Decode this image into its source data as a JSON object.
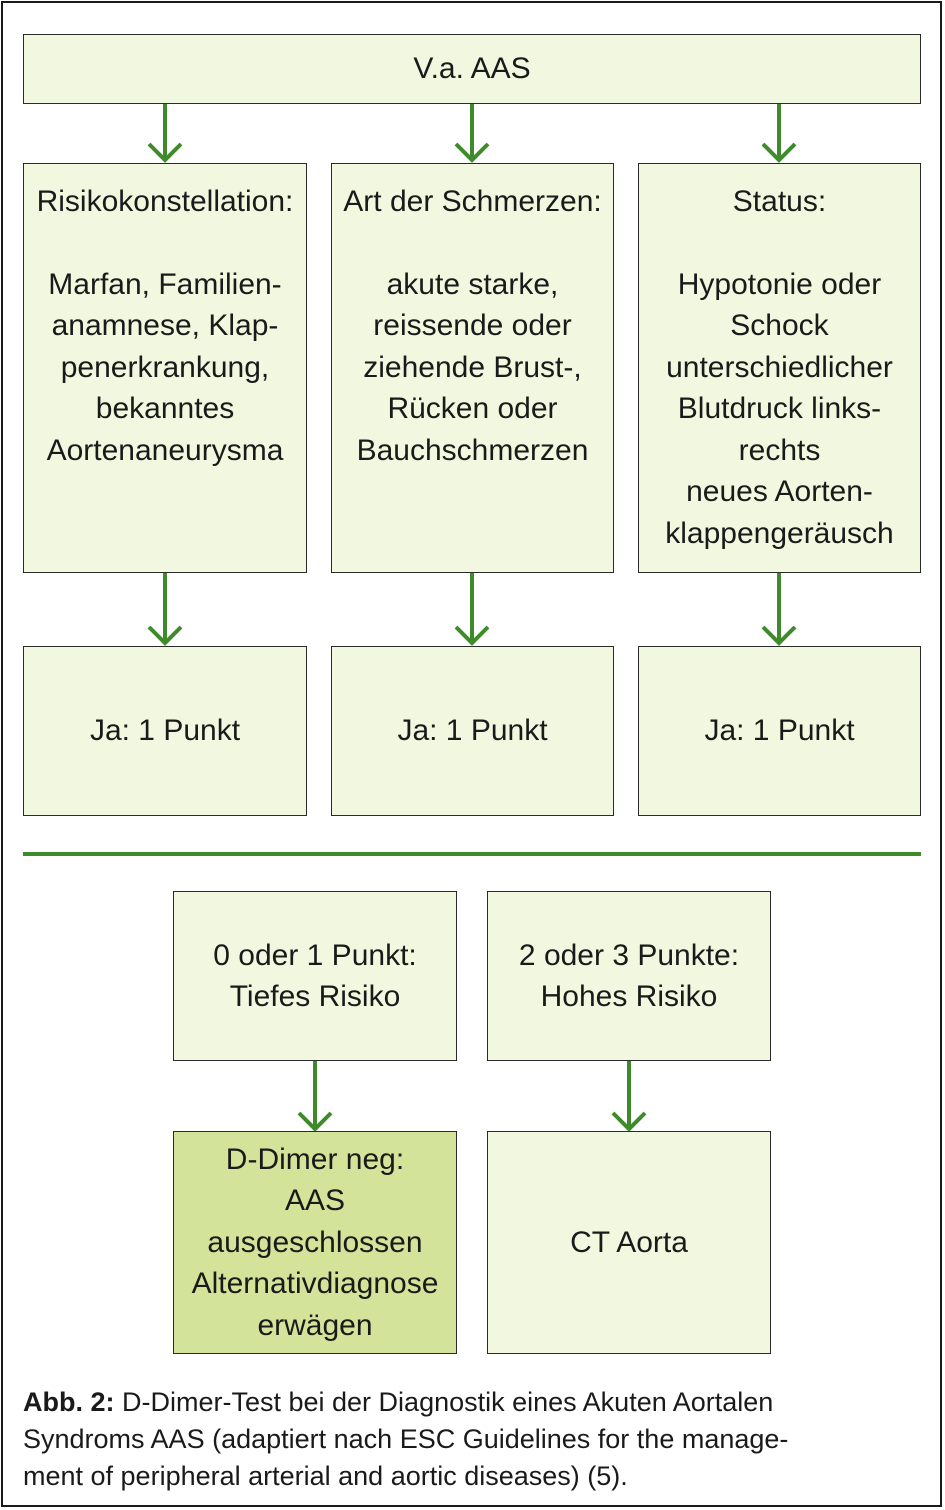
{
  "diagram": {
    "start": "V.a. AAS",
    "criteria": [
      {
        "heading": "Risikokonstellation:",
        "text": "Marfan, Familien-\nanamnese, Klap-\npenerkrankung,\nbekanntes\nAortenaneurysma",
        "result": "Ja: 1 Punkt"
      },
      {
        "heading": "Art der Schmerzen:",
        "text": "akute starke,\nreissende oder\nziehende Brust-,\nRücken oder\nBauchschmerzen",
        "result": "Ja: 1 Punkt"
      },
      {
        "heading": "Status:",
        "text": "Hypotonie oder\nSchock\nunterschiedlicher\nBlutdruck links-\nrechts\nneues Aorten-\nklappengeräusch",
        "result": "Ja: 1 Punkt"
      }
    ],
    "low_risk": "0 oder 1 Punkt:\nTiefes Risiko",
    "high_risk": "2 oder 3 Punkte:\nHohes Risiko",
    "low_outcome": "D-Dimer neg:\nAAS\nausgeschlossen\nAlternativdiagnose\nerwägen",
    "high_outcome": "CT Aorta"
  },
  "caption": {
    "label": "Abb. 2:",
    "text": " D-Dimer-Test bei der Diagnostik eines Akuten Aortalen\nSyndroms AAS (adaptiert nach ESC Guidelines for the manage-\nment of peripheral arterial and aortic diseases) (5)."
  },
  "colors": {
    "box_fill": "#f2f7df",
    "highlight_fill": "#d3e39a",
    "arrow_green": "#3f8a2b",
    "border": "#2b2b2b"
  }
}
